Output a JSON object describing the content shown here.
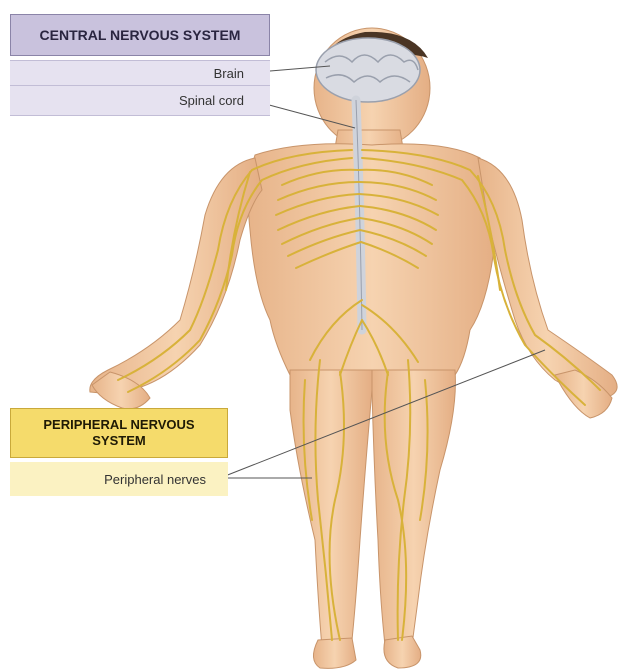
{
  "cns": {
    "title": "CENTRAL NERVOUS SYSTEM",
    "labels": [
      "Brain",
      "Spinal cord"
    ]
  },
  "pns": {
    "title": "PERIPHERAL NERVOUS SYSTEM",
    "labels": [
      "Peripheral nerves"
    ]
  },
  "colors": {
    "skin": "#f2c9a0",
    "nerve": "#d8b23a",
    "spinal_cord": "#cfd3db",
    "brain": "#d9dbe2",
    "cns_box": "#c9c2dd",
    "pns_box": "#f5db6b"
  }
}
